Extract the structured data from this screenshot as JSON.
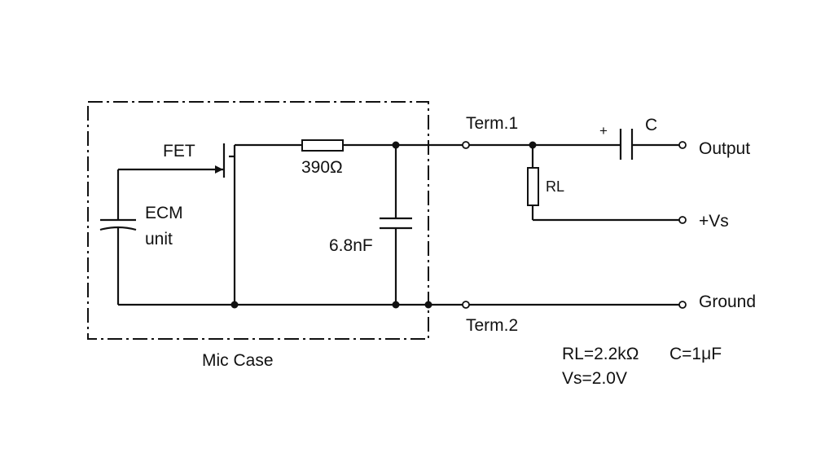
{
  "labels": {
    "fet": "FET",
    "ecm_line1": "ECM",
    "ecm_line2": "unit",
    "resistor": "390Ω",
    "capacitor": "6.8nF",
    "mic_case": "Mic Case",
    "term1": "Term.1",
    "term2": "Term.2",
    "output_cap": "C",
    "plus": "+",
    "load_resistor": "RL",
    "output": "Output",
    "vs": "+Vs",
    "ground": "Ground"
  },
  "specs": {
    "line1_rl": "RL=2.2kΩ",
    "line1_c": "C=1μF",
    "line2": "Vs=2.0V"
  }
}
